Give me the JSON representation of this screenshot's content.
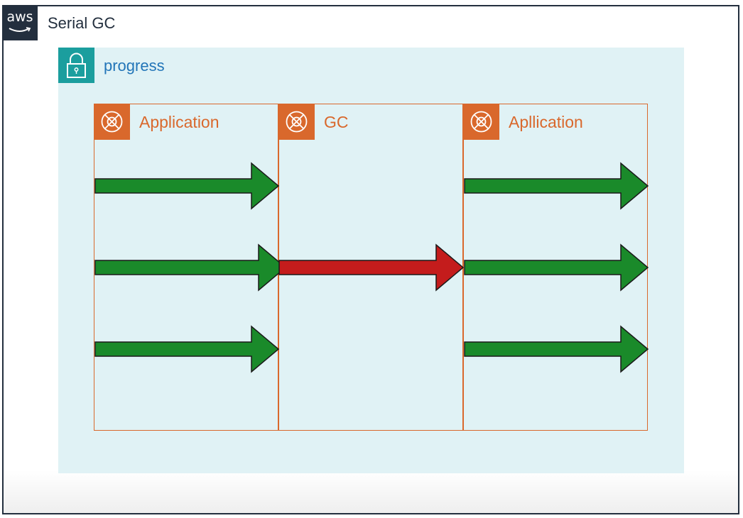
{
  "title": "Serial GC",
  "logo_text": "aws",
  "group": {
    "label": "progress",
    "icon": "lock-icon"
  },
  "phases": [
    {
      "label": "Application",
      "icon": "engine-icon"
    },
    {
      "label": "GC",
      "icon": "engine-icon"
    },
    {
      "label": "Apllication",
      "icon": "engine-icon"
    }
  ],
  "colors": {
    "frame": "#232f3e",
    "group_fill": "#e0f2f5",
    "group_icon": "#1b9e9e",
    "group_label": "#2275b8",
    "phase": "#d9682c",
    "app_arrow": "#1a8a2a",
    "gc_arrow": "#c41c1c"
  }
}
